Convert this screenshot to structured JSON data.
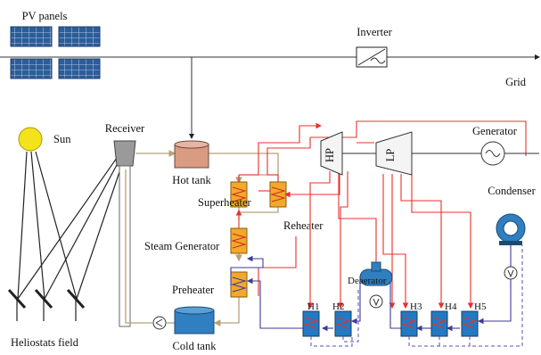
{
  "labels": {
    "pv_panels": "PV panels",
    "inverter": "Inverter",
    "grid": "Grid",
    "sun": "Sun",
    "receiver": "Receiver",
    "hot_tank": "Hot tank",
    "cold_tank": "Cold tank",
    "superheater": "Superheater",
    "steam_generator": "Steam Generator",
    "preheater": "Preheater",
    "reheater": "Reheater",
    "heliostats_field": "Heliostats field",
    "hp": "HP",
    "lp": "LP",
    "generator": "Generator",
    "condenser": "Condenser",
    "deaerator": "Deaerator",
    "h1": "H1",
    "h2": "H2",
    "h3": "H3",
    "h4": "H4",
    "h5": "H5"
  },
  "colors": {
    "steam_line": "#e8302c",
    "water_line": "#3d3a9a",
    "salt_line": "#b8a077",
    "tank_hot": "#d99b82",
    "tank_cold": "#2f7fc1",
    "heat_exchanger": "#f2a92a",
    "feedwater_heater": "#2379c2",
    "sun": "#f4e21b",
    "pv_panel": "#2d5d99"
  }
}
